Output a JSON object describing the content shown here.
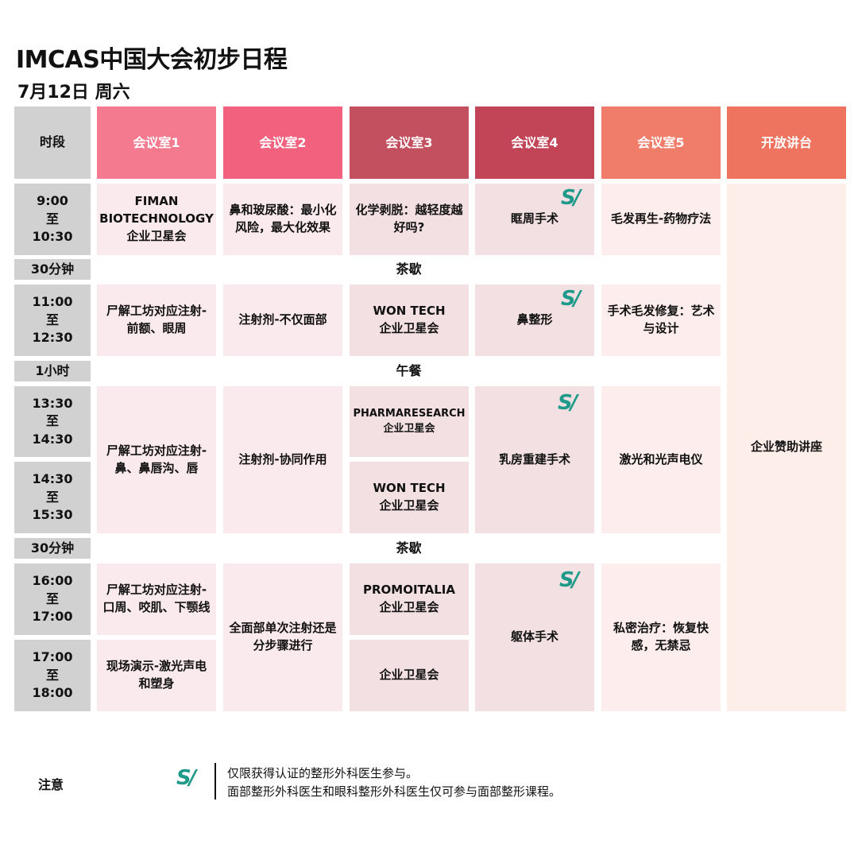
{
  "title": "IMCAS中国大会初步日程",
  "subtitle": "7月12日 周六",
  "header": {
    "time_label": "时段",
    "rooms": [
      "会议室1",
      "会议室2",
      "会议室3",
      "会议室4",
      "会议室5",
      "开放讲台"
    ],
    "colors": [
      "#f47a90",
      "#f2627f",
      "#c2505e",
      "#c14457",
      "#f07d6a",
      "#ef7460"
    ]
  },
  "times": {
    "t1": "9:00\n至\n10:30",
    "t2": "11:00\n至\n12:30",
    "t3": "13:30\n至\n14:30",
    "t4": "14:30\n至\n15:30",
    "t5": "16:00\n至\n17:00",
    "t6": "17:00\n至\n18:00"
  },
  "breaks": {
    "b1_duration": "30分钟",
    "b1_label": "茶歇",
    "b2_duration": "1小时",
    "b2_label": "午餐",
    "b3_duration": "30分钟",
    "b3_label": "茶歇"
  },
  "sessions": {
    "r1s1": "FIMAN\nBIOTECHNOLOGY\n企业卫星会",
    "r2s1": "鼻和玻尿酸：最小化风险，最大化效果",
    "r3s1": "化学剥脱：越轻度越好吗?",
    "r4s1": "眶周手术",
    "r5s1": "毛发再生-药物疗法",
    "r1s2": "尸解工坊对应注射-前额、眼周",
    "r2s2": "注射剂-不仅面部",
    "r3s2": "WON TECH\n企业卫星会",
    "r4s2": "鼻整形",
    "r5s2": "手术毛发修复：艺术与设计",
    "r1s3": "尸解工坊对应注射-鼻、鼻唇沟、唇",
    "r2s3": "注射剂-协同作用",
    "r3s3a": "PHARMARESEARCH\n企业卫星会",
    "r3s3b": "WON TECH\n企业卫星会",
    "r4s3": "乳房重建手术",
    "r5s3": "激光和光声电仪",
    "r1s4a": "尸解工坊对应注射-口周、咬肌、下颚线",
    "r1s4b": "现场演示-激光声电和塑身",
    "r2s4": "全面部单次注射还是分步骤进行",
    "r3s4a": "PROMOITALIA\n企业卫星会",
    "r3s4b": "企业卫星会",
    "r4s4": "躯体手术",
    "r5s4": "私密治疗：恢复快感，无禁忌",
    "r6": "企业赞助讲座"
  },
  "logo_text": "S/",
  "logo_color": "#1f9a8a",
  "note": {
    "label": "注意",
    "line1": "仅限获得认证的整形外科医生参与。",
    "line2": "面部整形外科医生和眼科整形外科医生仅可参与面部整形课程。"
  }
}
